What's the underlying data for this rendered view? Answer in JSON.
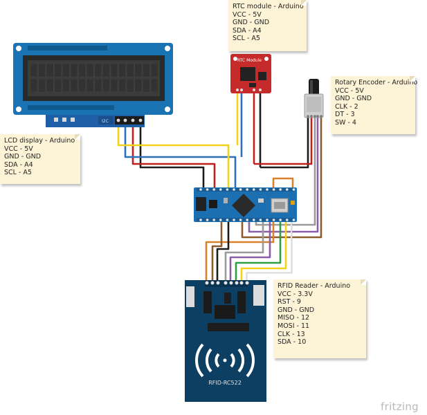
{
  "notes": {
    "lcd": {
      "title": "LCD display - Arduino",
      "lines": [
        "VCC - 5V",
        "GND - GND",
        "SDA - A4",
        "SCL - A5"
      ]
    },
    "rtc": {
      "title": "RTC module - Arduino",
      "lines": [
        "VCC - 5V",
        "GND - GND",
        "SDA - A4",
        "SCL - A5"
      ]
    },
    "encoder": {
      "title": "Rotary Encoder - Arduino",
      "lines": [
        "VCC - 5V",
        "GND - GND",
        "CLK - 2",
        "DT - 3",
        "SW - 4"
      ]
    },
    "rfid": {
      "title": "RFID Reader - Arduino",
      "lines": [
        "VCC - 3.3V",
        "RST - 9",
        "GND - GND",
        "MISO - 12",
        "MOSI - 11",
        "CLK - 13",
        "SDA - 10"
      ]
    }
  },
  "boards": {
    "rtc_label": "RTC Module",
    "rfid_label": "RFID-RC522",
    "lcd_backpack_label": "I2C"
  },
  "footer": {
    "brand": "fritzing"
  },
  "wire_colors": {
    "red": "#c0211f",
    "black": "#1b1b1b",
    "yellow": "#f2d21a",
    "blue": "#2f6fb5",
    "brown": "#8c5a2b",
    "orange": "#d9822b",
    "grey": "#9a9a9a",
    "purple": "#8a5fa8",
    "green": "#2ea043",
    "white": "#e8e8e8"
  }
}
